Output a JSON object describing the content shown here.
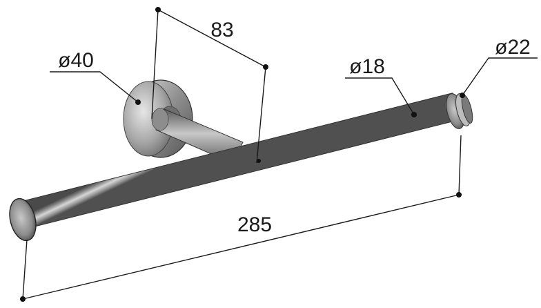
{
  "diagram": {
    "dimensions": {
      "wall_offset": "83",
      "rosette_diameter": "ø40",
      "bar_diameter": "ø18",
      "end_cap_diameter": "ø22",
      "bar_length": "285"
    }
  }
}
